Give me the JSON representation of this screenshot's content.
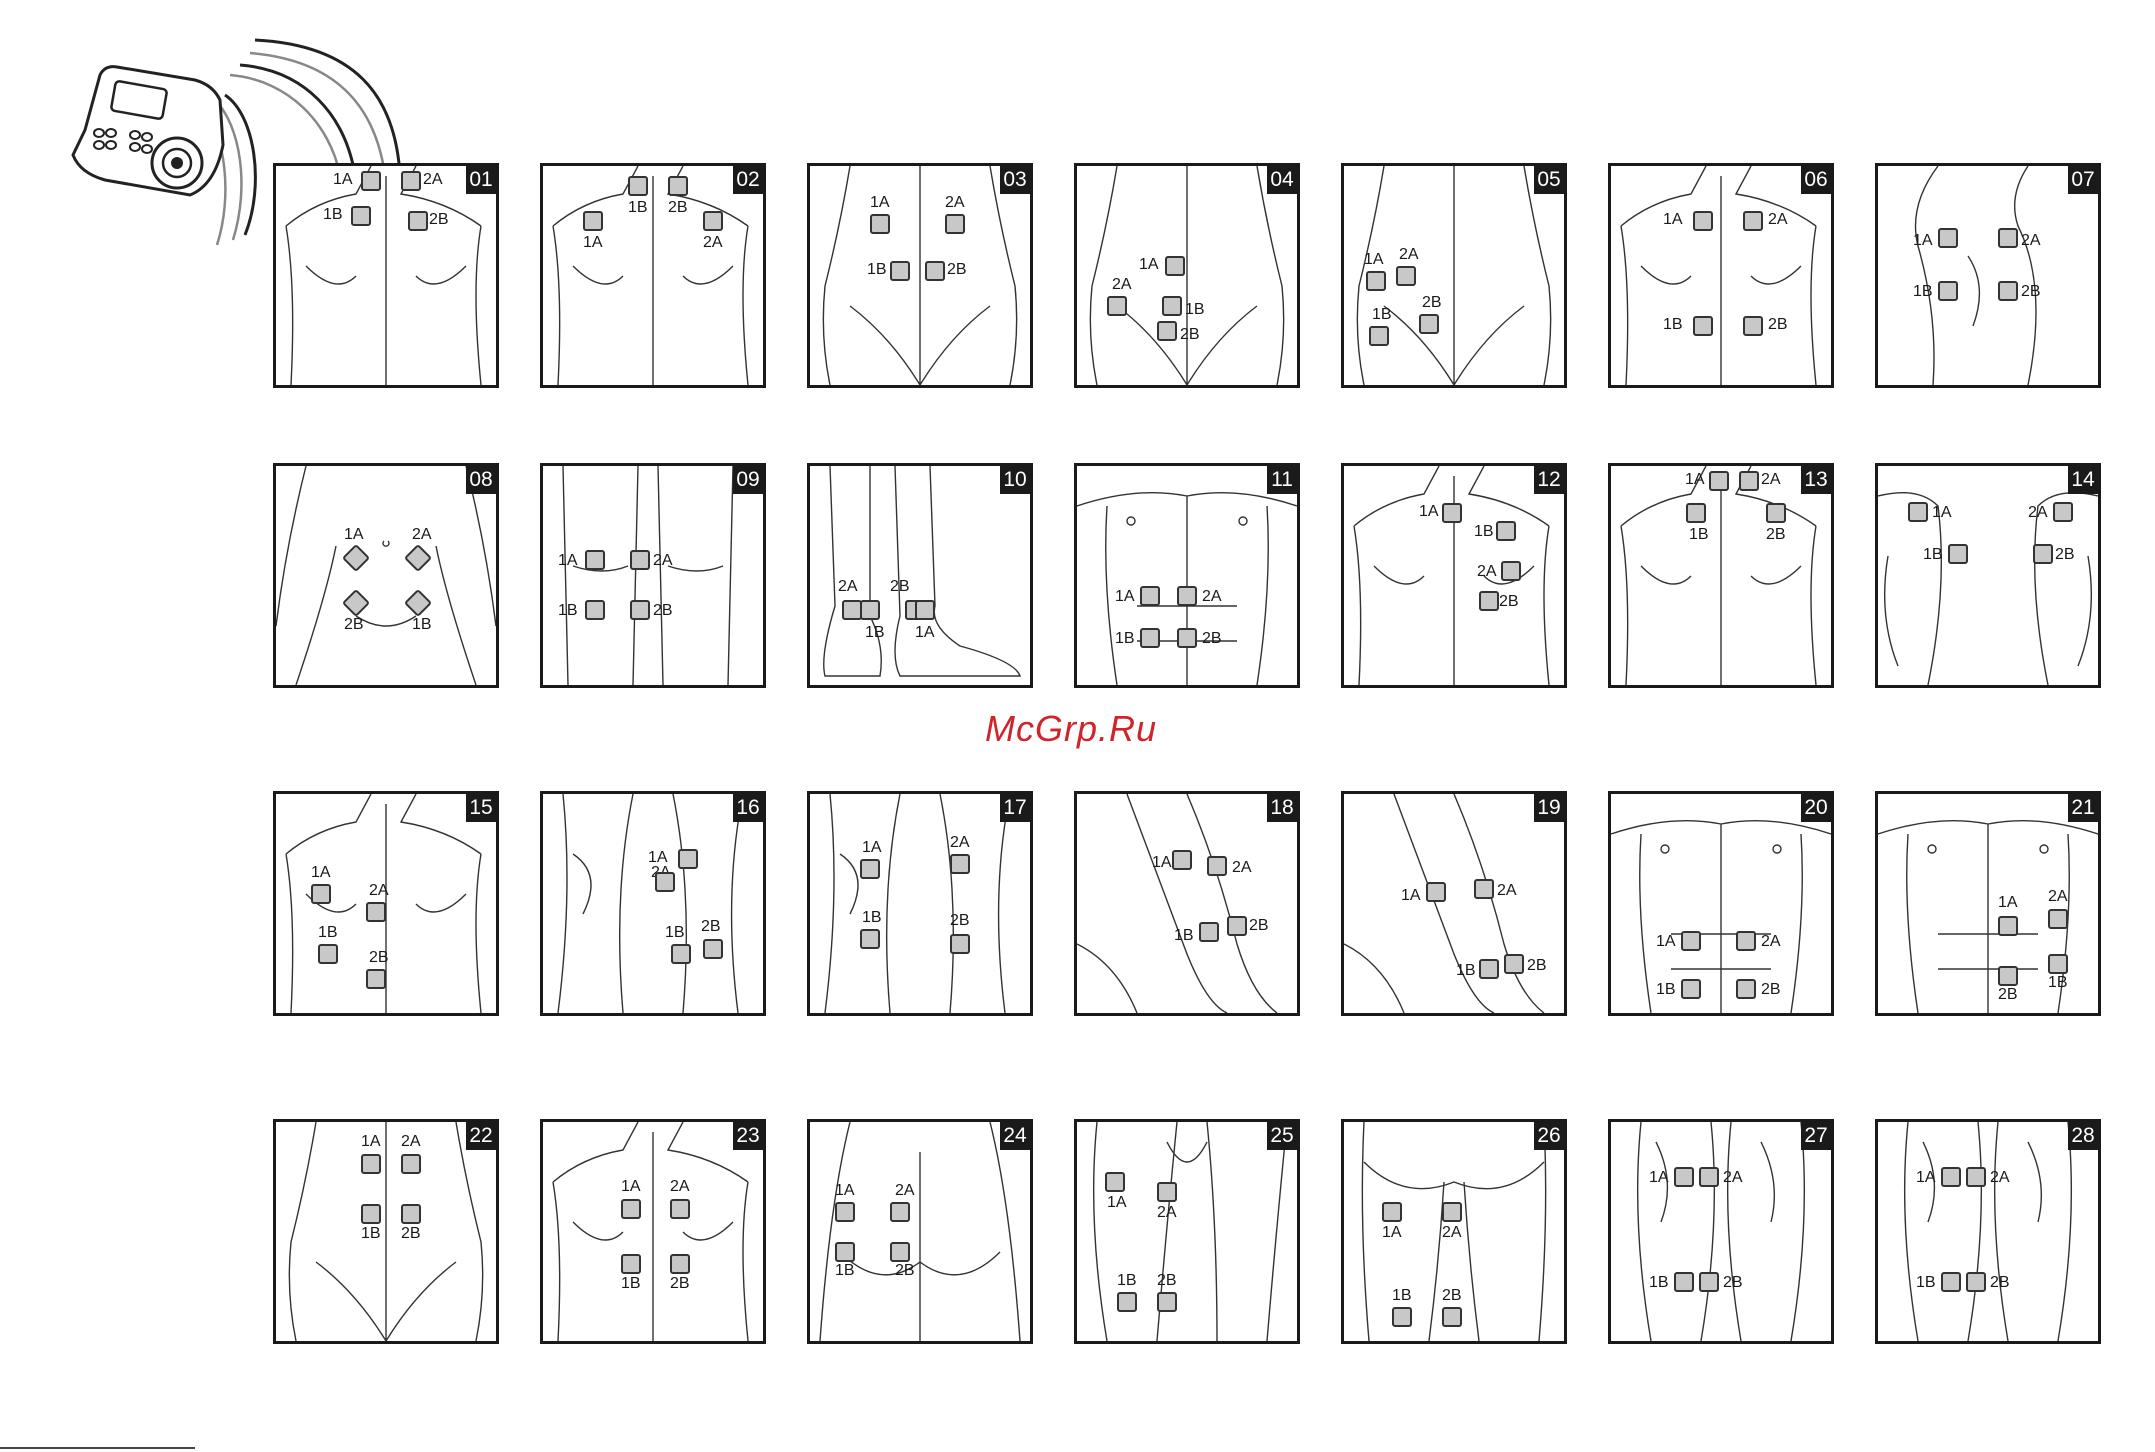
{
  "watermark": "McGrp.Ru",
  "device": {
    "icon": "tens-device-icon"
  },
  "panels": [
    {
      "number": "01",
      "view": "back-upper",
      "labels": [
        "1A",
        "2A",
        "1B",
        "2B"
      ]
    },
    {
      "number": "02",
      "view": "back-upper",
      "labels": [
        "1B",
        "2B",
        "1A",
        "2A"
      ]
    },
    {
      "number": "03",
      "view": "back-lower",
      "labels": [
        "1A",
        "2A",
        "1B",
        "2B"
      ]
    },
    {
      "number": "04",
      "view": "back-lower",
      "labels": [
        "1A",
        "2A",
        "1B",
        "2B"
      ]
    },
    {
      "number": "05",
      "view": "back-lower",
      "labels": [
        "1A",
        "2A",
        "1B",
        "2B"
      ]
    },
    {
      "number": "06",
      "view": "back-upper",
      "labels": [
        "1A",
        "2A",
        "1B",
        "2B"
      ]
    },
    {
      "number": "07",
      "view": "side",
      "labels": [
        "1A",
        "2A",
        "1B",
        "2B"
      ]
    },
    {
      "number": "08",
      "view": "front-abdomen",
      "labels": [
        "1A",
        "2A",
        "2B",
        "1B"
      ]
    },
    {
      "number": "09",
      "view": "knees",
      "labels": [
        "1A",
        "2A",
        "1B",
        "2B"
      ]
    },
    {
      "number": "10",
      "view": "ankles",
      "labels": [
        "2A",
        "2B",
        "1B",
        "1A"
      ]
    },
    {
      "number": "11",
      "view": "front-torso",
      "labels": [
        "1A",
        "2A",
        "1B",
        "2B"
      ]
    },
    {
      "number": "12",
      "view": "back-upper",
      "labels": [
        "1A",
        "1B",
        "2A",
        "2B"
      ]
    },
    {
      "number": "13",
      "view": "back-upper",
      "labels": [
        "1A",
        "2A",
        "1B",
        "2B"
      ]
    },
    {
      "number": "14",
      "view": "shoulders",
      "labels": [
        "1A",
        "2A",
        "1B",
        "2B"
      ]
    },
    {
      "number": "15",
      "view": "back-upper",
      "labels": [
        "1A",
        "2A",
        "1B",
        "2B"
      ]
    },
    {
      "number": "16",
      "view": "arm",
      "labels": [
        "2A",
        "1A",
        "1B",
        "2B"
      ]
    },
    {
      "number": "17",
      "view": "arms",
      "labels": [
        "1A",
        "2A",
        "1B",
        "2B"
      ]
    },
    {
      "number": "18",
      "view": "forearm",
      "labels": [
        "1A",
        "2A",
        "1B",
        "2B"
      ]
    },
    {
      "number": "19",
      "view": "forearm",
      "labels": [
        "1A",
        "2A",
        "1B",
        "2B"
      ]
    },
    {
      "number": "20",
      "view": "front-torso",
      "labels": [
        "1A",
        "2A",
        "1B",
        "2B"
      ]
    },
    {
      "number": "21",
      "view": "front-torso",
      "labels": [
        "2A",
        "1A",
        "1B",
        "2B"
      ]
    },
    {
      "number": "22",
      "view": "back-lower",
      "labels": [
        "1A",
        "2A",
        "1B",
        "2B"
      ]
    },
    {
      "number": "23",
      "view": "back-upper",
      "labels": [
        "1A",
        "2A",
        "1B",
        "2B"
      ]
    },
    {
      "number": "24",
      "view": "buttocks",
      "labels": [
        "1A",
        "2A",
        "1B",
        "2B"
      ]
    },
    {
      "number": "25",
      "view": "thigh-front",
      "labels": [
        "1A",
        "2A",
        "1B",
        "2B"
      ]
    },
    {
      "number": "26",
      "view": "thigh-back",
      "labels": [
        "1A",
        "2A",
        "1B",
        "2B"
      ]
    },
    {
      "number": "27",
      "view": "calves",
      "labels": [
        "1A",
        "2A",
        "1B",
        "2B"
      ]
    },
    {
      "number": "28",
      "view": "calves",
      "labels": [
        "1A",
        "2A",
        "1B",
        "2B"
      ]
    }
  ]
}
